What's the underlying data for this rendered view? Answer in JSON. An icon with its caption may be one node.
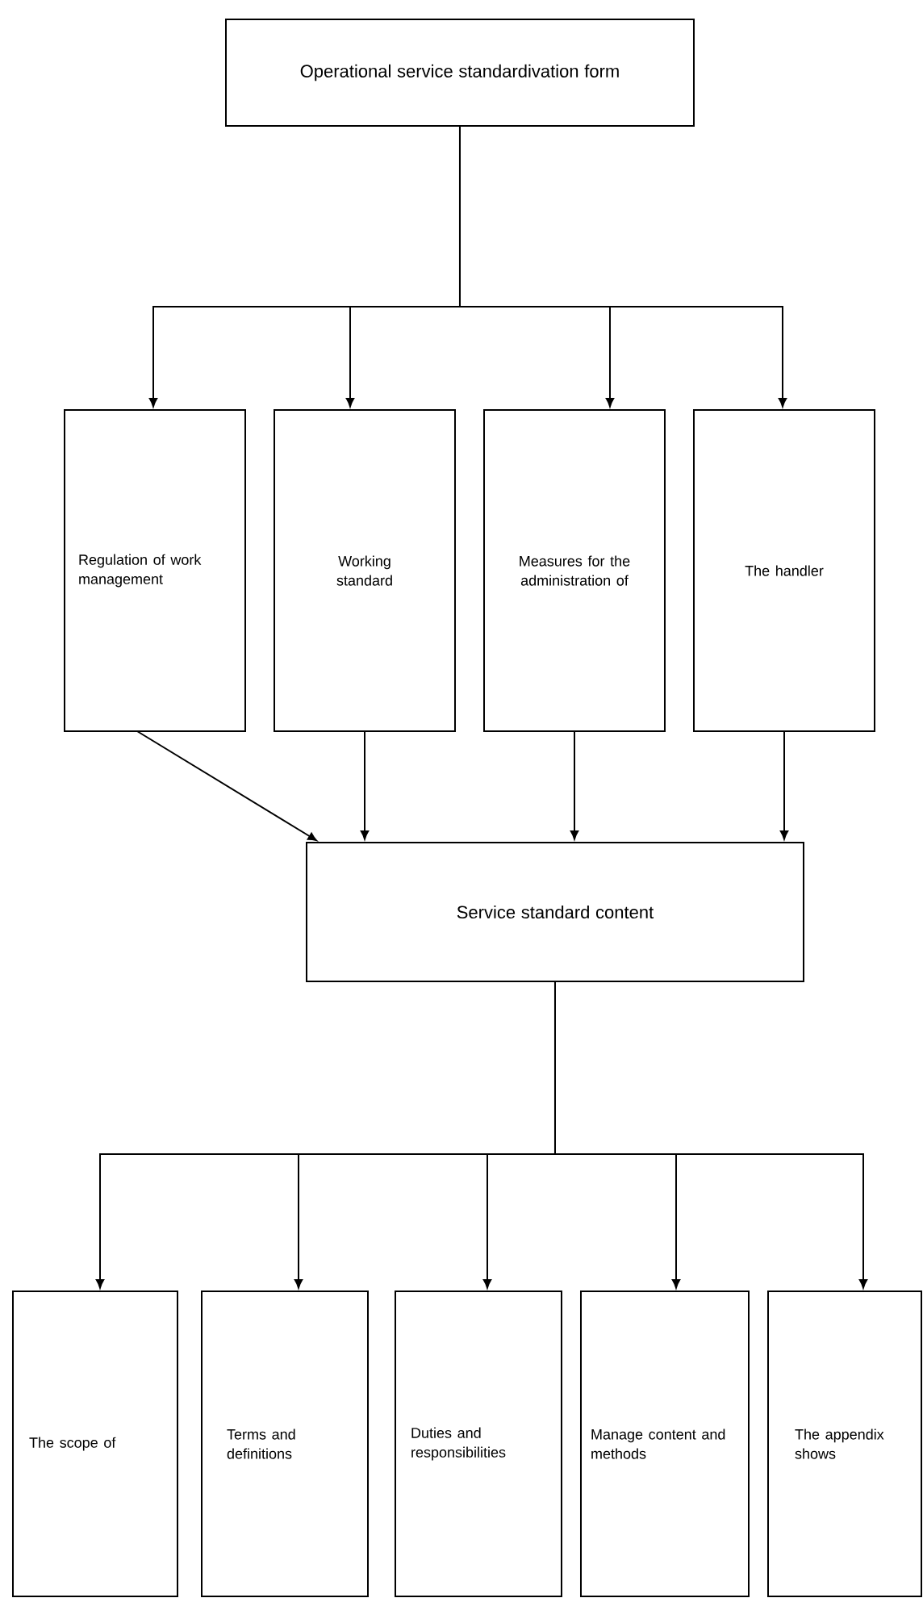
{
  "diagram": {
    "nodes": [
      {
        "text": [
          "Operational service standardivation form"
        ]
      },
      {
        "text": [
          "Regulation of work management"
        ]
      },
      {
        "text": [
          "Working standard"
        ]
      },
      {
        "text": [
          "Measures for the administration of"
        ]
      },
      {
        "text": [
          "The handler"
        ]
      },
      {
        "text": [
          "Service standard content"
        ]
      },
      {
        "text": [
          "The scope of"
        ]
      },
      {
        "text": [
          "Terms and definitions"
        ]
      },
      {
        "text": [
          "Duties and responsibilities"
        ]
      },
      {
        "text": [
          "Manage content and methods"
        ]
      },
      {
        "text": [
          "The appendix shows"
        ]
      }
    ],
    "edges": [
      {
        "from": 0,
        "to": 1,
        "arrow": "to"
      },
      {
        "from": 0,
        "to": 2,
        "arrow": "to"
      },
      {
        "from": 0,
        "to": 3,
        "arrow": "to"
      },
      {
        "from": 0,
        "to": 4,
        "arrow": "to"
      },
      {
        "from": 1,
        "to": 5,
        "arrow": "to"
      },
      {
        "from": 2,
        "to": 5,
        "arrow": "to"
      },
      {
        "from": 3,
        "to": 5,
        "arrow": "to"
      },
      {
        "from": 4,
        "to": 5,
        "arrow": "to"
      },
      {
        "from": 5,
        "to": 6,
        "arrow": "to"
      },
      {
        "from": 5,
        "to": 7,
        "arrow": "to"
      },
      {
        "from": 5,
        "to": 8,
        "arrow": "to"
      },
      {
        "from": 5,
        "to": 9,
        "arrow": "to"
      },
      {
        "from": 5,
        "to": 10,
        "arrow": "to"
      }
    ]
  }
}
